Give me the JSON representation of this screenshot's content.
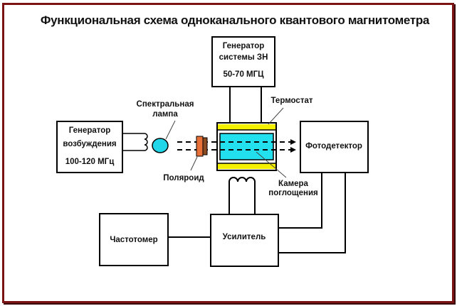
{
  "title": "Функциональная схема одноканального квантового магнитометра",
  "colors": {
    "frame": "#7a1414",
    "chamber": "#22e0ee",
    "thermostat_band": "#f5f000",
    "lamp": "#22d6ea",
    "polaroid_front": "#e8713a",
    "polaroid_back": "#8a4a22",
    "stroke": "#000000"
  },
  "blocks": {
    "zn_generator": {
      "line1": "Генератор",
      "line2": "системы ЗН",
      "line3": "50-70 МГЦ"
    },
    "excitation_generator": {
      "line1": "Генератор",
      "line2": "возбуждения",
      "line3": "100-120 МГц"
    },
    "photodetector": {
      "label": "Фотодетектор"
    },
    "frequency_meter": {
      "label": "Частотомер"
    },
    "amplifier": {
      "label": "Усилитель"
    }
  },
  "annotations": {
    "spectral_lamp_line1": "Спектральная",
    "spectral_lamp_line2": "лампа",
    "thermostat": "Термостат",
    "polaroid": "Поляроид",
    "chamber_line1": "Камера",
    "chamber_line2": "поглощения"
  }
}
